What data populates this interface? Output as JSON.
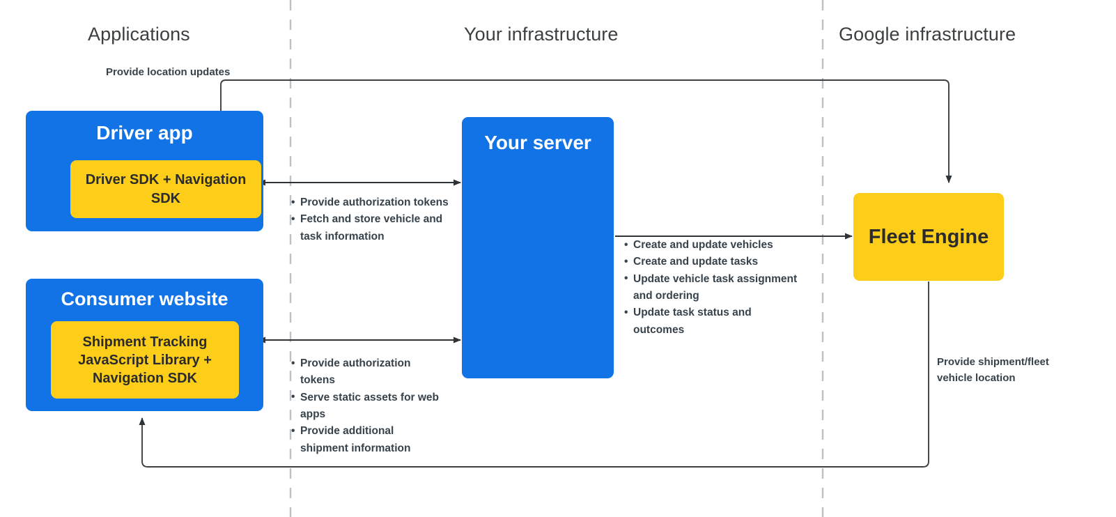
{
  "zones": [
    {
      "id": "applications",
      "label": "Applications"
    },
    {
      "id": "your_infrastructure",
      "label": "Your infrastructure"
    },
    {
      "id": "google_infrastructure",
      "label": "Google infrastructure"
    }
  ],
  "nodes": {
    "driver_app": {
      "title": "Driver app",
      "inner": {
        "title": "Driver SDK +\nNavigation SDK"
      }
    },
    "consumer_website": {
      "title": "Consumer website",
      "inner": {
        "title": "Shipment Tracking\nJavaScript Library  +\nNavigation SDK"
      }
    },
    "your_server": {
      "title": "Your server"
    },
    "fleet_engine": {
      "title": "Fleet Engine"
    }
  },
  "edges": {
    "driver_to_fleet": {
      "label": "Provide location updates"
    },
    "driver_server": {
      "bullets": [
        "Provide authorization tokens",
        "Fetch and store vehicle and task information"
      ]
    },
    "consumer_server": {
      "bullets": [
        "Provide authorization tokens",
        "Serve static assets for web apps",
        "Provide additional shipment information"
      ]
    },
    "server_to_fleet": {
      "bullets": [
        "Create and update vehicles",
        "Create and update tasks",
        "Update vehicle task assignment and ordering",
        "Update task status and outcomes"
      ]
    },
    "fleet_to_consumer": {
      "label": "Provide shipment/fleet\nvehicle location"
    }
  },
  "colors": {
    "blue": "#1273E6",
    "yellow": "#FCCE19",
    "text_dark": "#2B2B2B",
    "text_slate": "#37424B",
    "zone_header": "#3C4043",
    "edge_stroke": "#3C4043",
    "divider": "#BDC1C6"
  }
}
